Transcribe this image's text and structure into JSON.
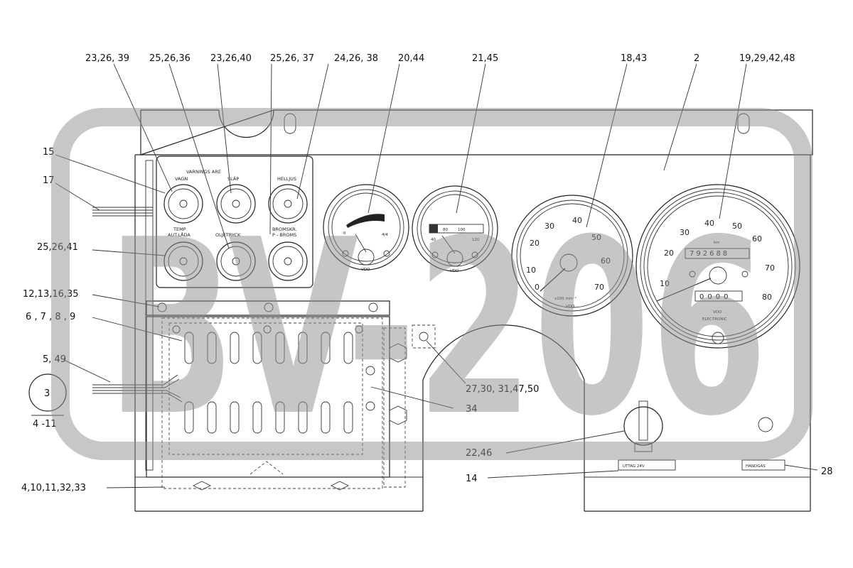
{
  "diagram": {
    "watermark": "BV-206",
    "callouts": {
      "c1": "23,26, 39",
      "c2": "25,26,36",
      "c3": "23,26,40",
      "c4": "25,26, 37",
      "c5": "24,26, 38",
      "c6": "20,44",
      "c7": "21,45",
      "c8": "18,43",
      "c9": "2",
      "c10": "19,29,42,48",
      "c11": "15",
      "c12": "17",
      "c13": "25,26,41",
      "c14": "12,13,16,35",
      "c15": "6 , 7 , 8 , 9",
      "c16": "5, 49",
      "c17": "3",
      "c18": "4 -11",
      "c19": "27,30, 31,47,50",
      "c20": "34",
      "c21": "22,46",
      "c22": "14",
      "c23": "28",
      "c24": "4,10,11,32,33"
    },
    "panel_labels": {
      "varnings": "VARNINGS ARE",
      "vagn": "VAGN",
      "slap": "SLÄP",
      "helljus": "HELLJUS",
      "temp1": "TEMP",
      "temp2": "AUT.LÅDA",
      "oljetryck": "OLJETRYCK",
      "bromskr1": "BROMSKR.",
      "bromskr2": "P - BROMS",
      "uttag": "UTTAG 24V",
      "handgas": "HANDGAS"
    },
    "gauges": {
      "fuel_full": "4/4",
      "fuel_empty": "0",
      "vdo": "VDO",
      "temp_scale": [
        "40",
        "80",
        "100",
        "120"
      ],
      "tacho_scale": [
        "0",
        "10",
        "20",
        "30",
        "40",
        "50",
        "60",
        "70"
      ],
      "tacho_unit": "x100 min⁻¹",
      "speedo_scale": [
        "10",
        "20",
        "30",
        "40",
        "50",
        "60",
        "70",
        "80"
      ],
      "speedo_unit": "km",
      "speedo_brand": "ELECTRONIC",
      "odometer": "792688",
      "trip": "0000"
    }
  }
}
